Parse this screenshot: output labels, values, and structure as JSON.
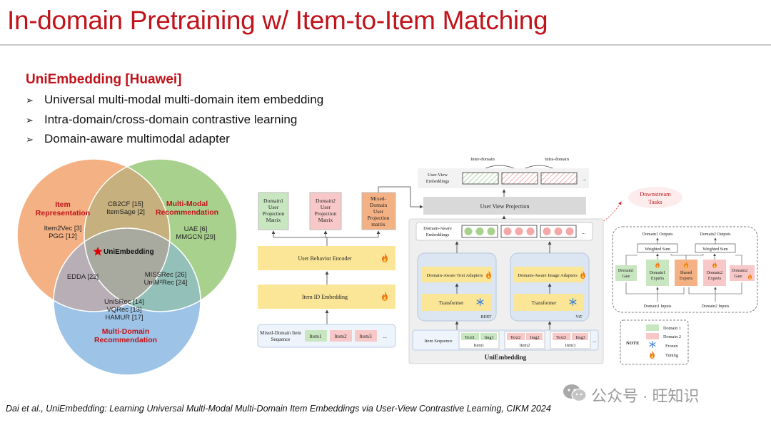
{
  "title": "In-domain Pretraining w/ Item-to-Item Matching",
  "subtitle": "UniEmbedding [Huawei]",
  "bullets": [
    "Universal multi-modal multi-domain item embedding",
    "Intra-domain/cross-domain contrastive learning",
    "Domain-aware multimodal adapter"
  ],
  "bullet_glyph": "➢",
  "citation": "Dai et al., UniEmbedding: Learning Universal Multi-Modal Multi-Domain Item Embeddings via User-View Contrastive Learning, CIKM 2024",
  "watermark": "公众号 · 旺知识",
  "colors": {
    "title_red": "#c0131a",
    "item_circle": "#f4b183",
    "multimodal_circle": "#a9d18e",
    "multidomain_circle": "#9dc3e6",
    "flame": "#f07a1a",
    "snow": "#3a7fd5"
  },
  "venn": {
    "item_title": [
      "Item",
      "Representation"
    ],
    "mm_title": [
      "Multi-Modal",
      "Recommendation"
    ],
    "md_title": [
      "Multi-Domain",
      "Recommendation"
    ],
    "item_only": [
      "Item2Vec [3]",
      "PGG [12]"
    ],
    "mm_only": [
      "UAE [6]",
      "MMGCN [29]"
    ],
    "item_mm": [
      "CB2CF [15]",
      "ItemSage [2]"
    ],
    "item_md": "EDDA [22]",
    "mm_md": [
      "MISSRec [26]",
      "UniM²Rec [24]"
    ],
    "md_only": [
      "UniSRec [14]",
      "VQRec [13]",
      "HAMUR [17]"
    ],
    "center": "UniEmbedding"
  },
  "arch": {
    "proj_boxes": [
      [
        "Domain1",
        "User",
        "Projection",
        "Matrix"
      ],
      [
        "Domain2",
        "User",
        "Projection",
        "Matrix"
      ],
      [
        "Mixed-",
        "Domain",
        "User",
        "Projection",
        "matrix"
      ]
    ],
    "user_behavior_encoder": "User Behavior Encoder",
    "item_id_embedding": "Item ID Embedding",
    "mixed_seq_label": [
      "Mixed-Domain Item",
      "Sequence"
    ],
    "items": [
      "Item1",
      "Item2",
      "Item3"
    ],
    "ellipsis": "...",
    "inter_domain": "Inter-domain",
    "intra_domain": "Intra-domain",
    "user_view_emb_label": [
      "User-View",
      "Embeddings"
    ],
    "user_view_projection": "User View Projection",
    "downstream": [
      "Downstream",
      "Tasks"
    ],
    "domain_aware_emb_label": [
      "Domain-Aware",
      "Embeddings"
    ],
    "text_adapter": "Domain-Aware Text Adapters",
    "image_adapter": "Domain-Aware Image Adapters",
    "transformer": "Transformer",
    "bert": "BERT",
    "vit": "ViT",
    "item_sequence": "Item Sequence",
    "seq_items": [
      {
        "text": "Text1",
        "img": "Img1",
        "name": "Item1"
      },
      {
        "text": "Text2",
        "img": "Img2",
        "name": "Item2"
      },
      {
        "text": "Text3",
        "img": "Img3",
        "name": "Item3"
      }
    ],
    "uniembedding": "UniEmbedding"
  },
  "moe": {
    "d1_outputs": "Domain1 Outputs",
    "d2_outputs": "Domain2 Outputs",
    "weighted_sum": "Weighted Sum",
    "d1_gate": [
      "Domain1",
      "Gate"
    ],
    "d1_experts": [
      "Domain1",
      "Experts"
    ],
    "shared_experts": [
      "Shared",
      "Experts"
    ],
    "d2_experts": [
      "Domain2",
      "Experts"
    ],
    "d2_gate": [
      "Domain2",
      "Gate"
    ],
    "d1_inputs": "Domain1 Inputs",
    "d2_inputs": "Domain2 Inputs"
  },
  "note": {
    "label": "NOTE",
    "domain1": "Domain 1",
    "domain2": "Domain 2",
    "frozen": "Frozen",
    "tuning": "Tuning"
  }
}
